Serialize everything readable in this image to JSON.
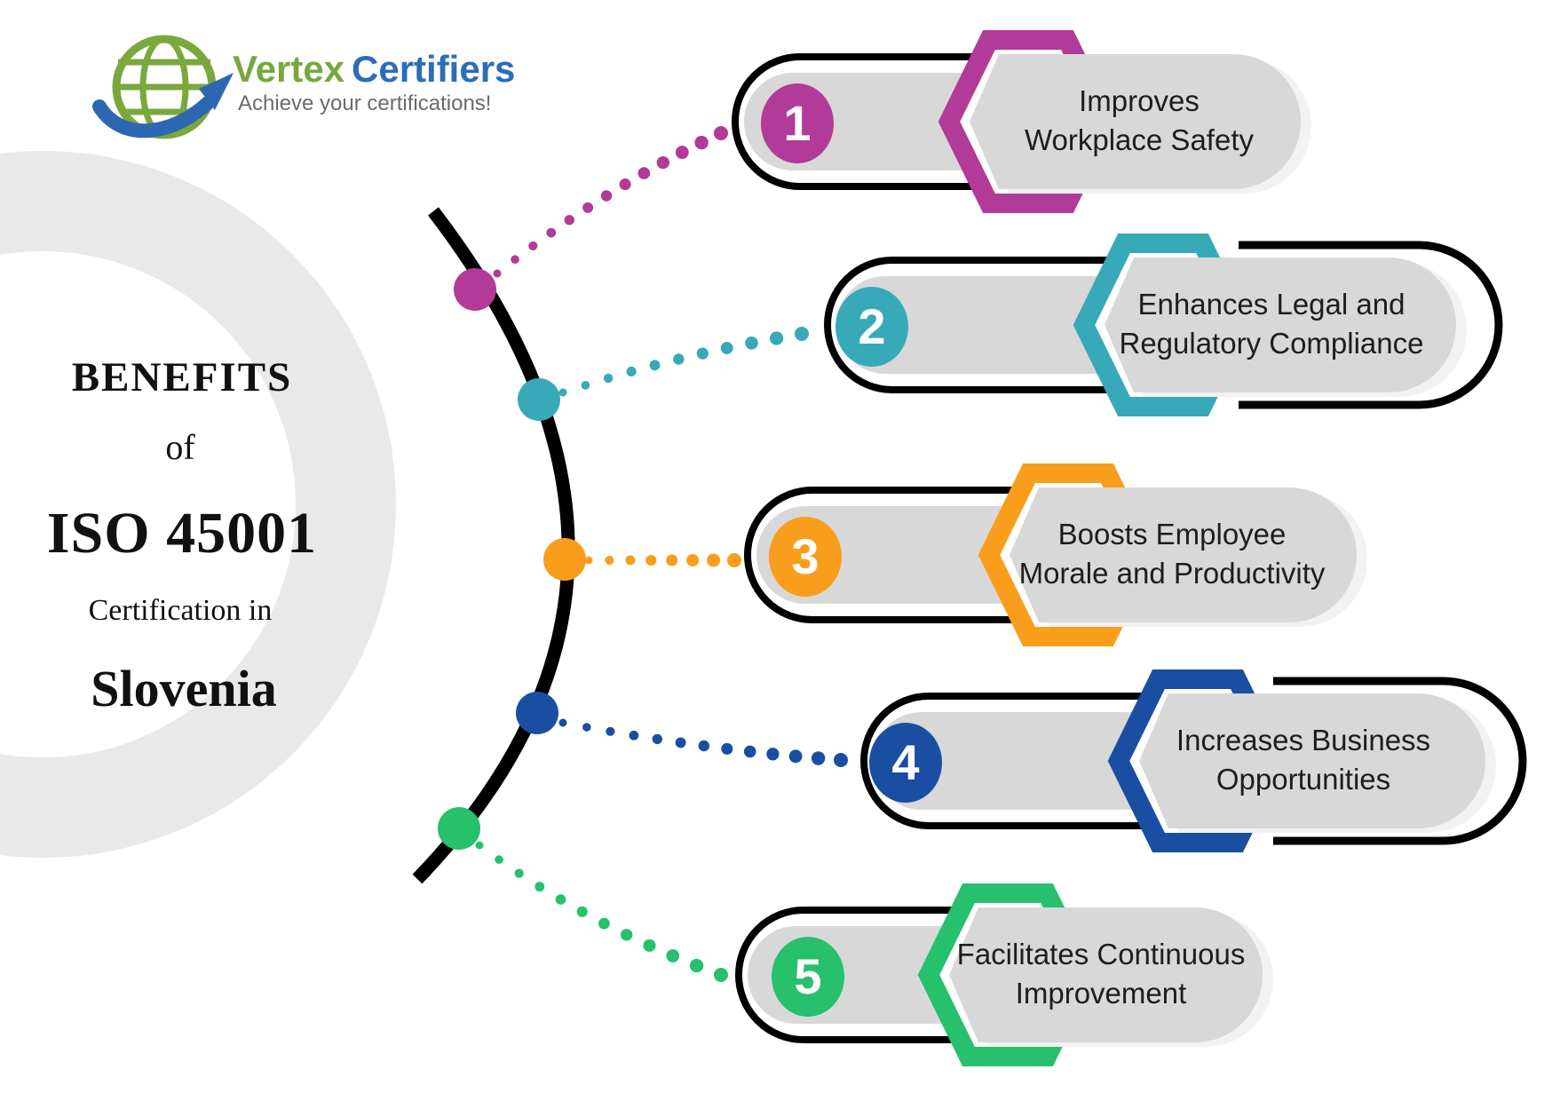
{
  "logo": {
    "brand_primary": "Vertex",
    "brand_secondary": "Certifiers",
    "tagline": "Achieve your certifications!",
    "brand_primary_color": "#77a73d",
    "brand_secondary_color": "#2b6db8",
    "tagline_color": "#6b6b6b",
    "globe_icon_color": "#7aa83c",
    "arrow_icon_color": "#2e67b1"
  },
  "title": {
    "line1": "BENEFITS",
    "line2": "of",
    "line3": "ISO 45001",
    "line4": "Certification in",
    "line5": "Slovenia"
  },
  "benefits": [
    {
      "number": "1",
      "label_lines": [
        "Improves",
        "Workplace Safety"
      ],
      "color": "#b23a98"
    },
    {
      "number": "2",
      "label_lines": [
        "Enhances Legal and",
        "Regulatory Compliance"
      ],
      "color": "#38a9b9"
    },
    {
      "number": "3",
      "label_lines": [
        "Boosts Employee",
        "Morale and Productivity"
      ],
      "color": "#f99e1c"
    },
    {
      "number": "4",
      "label_lines": [
        "Increases Business",
        "Opportunities"
      ],
      "color": "#1a4ea3"
    },
    {
      "number": "5",
      "label_lines": [
        "Facilitates Continuous",
        "Improvement"
      ],
      "color": "#27c06d"
    }
  ],
  "colors": {
    "arc": "#000000",
    "outline": "#000000",
    "capsule_gray": "#d8d8d8",
    "label_gray": "#d8d8d8",
    "shadow_gray": "#f2f2f2",
    "ring_gray": "#e9e9e9",
    "text_dark": "#1d1d1d"
  }
}
